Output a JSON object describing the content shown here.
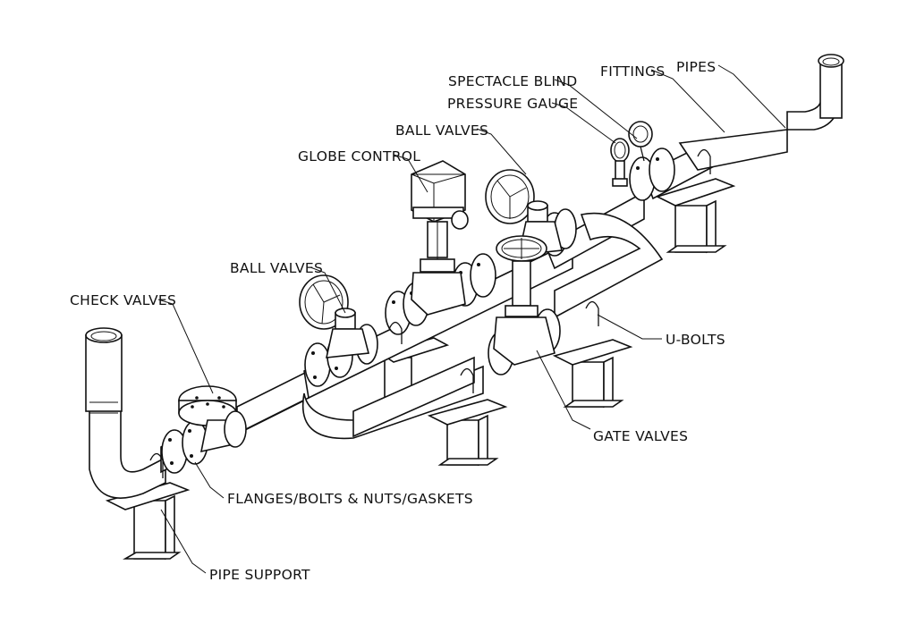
{
  "labels": {
    "pipes": "PIPES",
    "fittings": "FITTINGS",
    "spectacle_blind": "SPECTACLE BLIND",
    "pressure_gauge": "PRESSURE GAUGE",
    "ball_valves_top": "BALL VALVES",
    "globe_control": "GLOBE CONTROL",
    "ball_valves_left": "BALL VALVES",
    "check_valves": "CHECK VALVES",
    "u_bolts": "U-BOLTS",
    "gate_valves": "GATE VALVES",
    "flanges": "FLANGES/BOLTS & NUTS/GASKETS",
    "pipe_support": "PIPE SUPPORT"
  },
  "colors": {
    "ink": "#111111",
    "background": "#ffffff"
  }
}
